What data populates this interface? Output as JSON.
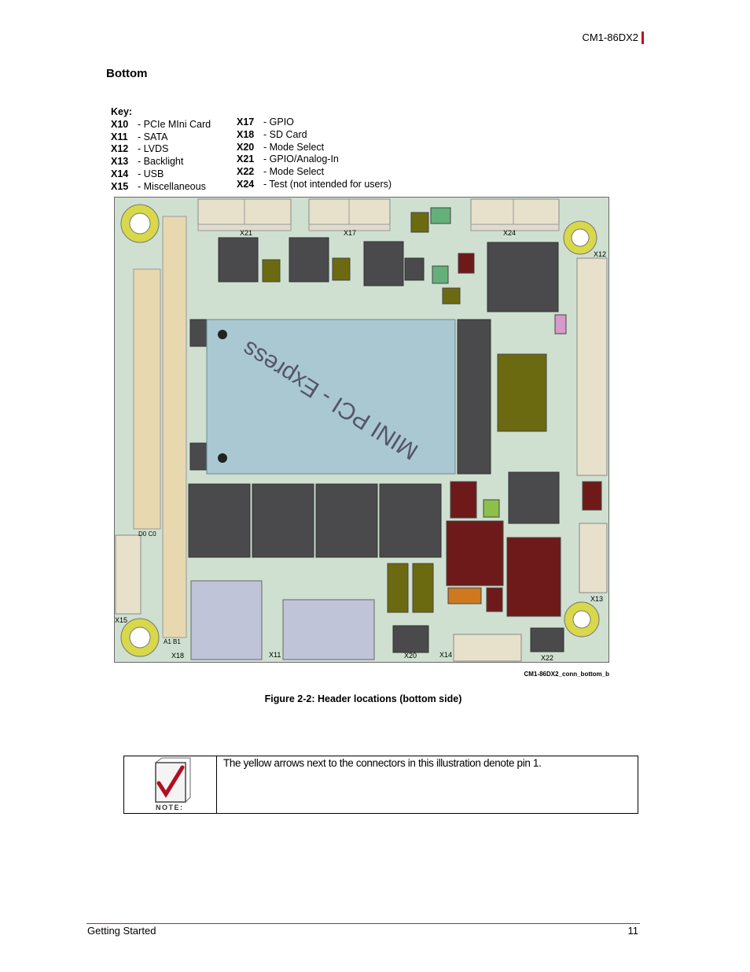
{
  "header": {
    "model": "CM1-86DX2"
  },
  "section": {
    "title": "Bottom"
  },
  "key": {
    "title": "Key:",
    "left": [
      {
        "code": "X10",
        "desc": "- PCIe MIni Card"
      },
      {
        "code": "X11",
        "desc": "- SATA"
      },
      {
        "code": "X12",
        "desc": "- LVDS"
      },
      {
        "code": "X13",
        "desc": "- Backlight"
      },
      {
        "code": "X14",
        "desc": "- USB"
      },
      {
        "code": "X15",
        "desc": "- Miscellaneous"
      }
    ],
    "right": [
      {
        "code": "X17",
        "desc": "- GPIO"
      },
      {
        "code": "X18",
        "desc": "- SD Card"
      },
      {
        "code": "X20",
        "desc": "- Mode Select"
      },
      {
        "code": "X21",
        "desc": "- GPIO/Analog-In"
      },
      {
        "code": "X22",
        "desc": "- Mode Select"
      },
      {
        "code": "X24",
        "desc": "- Test (not intended for users)"
      }
    ]
  },
  "board": {
    "module_text": "MINI PCI - Express",
    "labels": {
      "x21": "X21",
      "x17": "X17",
      "x24": "X24",
      "x12": "X12",
      "x13": "X13",
      "x15": "X15",
      "x18": "X18",
      "x11": "X11",
      "x20": "X20",
      "x14": "X14",
      "x22": "X22",
      "d0c0": "D0 C0",
      "a1b1": "A1  B1"
    },
    "colors": {
      "pcb": "#cfe0d0",
      "module": "#a9c8d2",
      "chip": "#4a4a4c",
      "dark_red": "#6e1a1a",
      "olive": "#6b6a10",
      "connector": "#e7e1cc",
      "pin_header": "#e8d8b0"
    }
  },
  "figure": {
    "id": "CM1-86DX2_conn_bottom_b",
    "caption": "Figure 2-2: Header locations (bottom side)"
  },
  "note": {
    "icon_label": "NOTE:",
    "text": "The yellow arrows next to the connectors in this illustration denote pin 1."
  },
  "footer": {
    "left": "Getting Started",
    "page": "11"
  }
}
